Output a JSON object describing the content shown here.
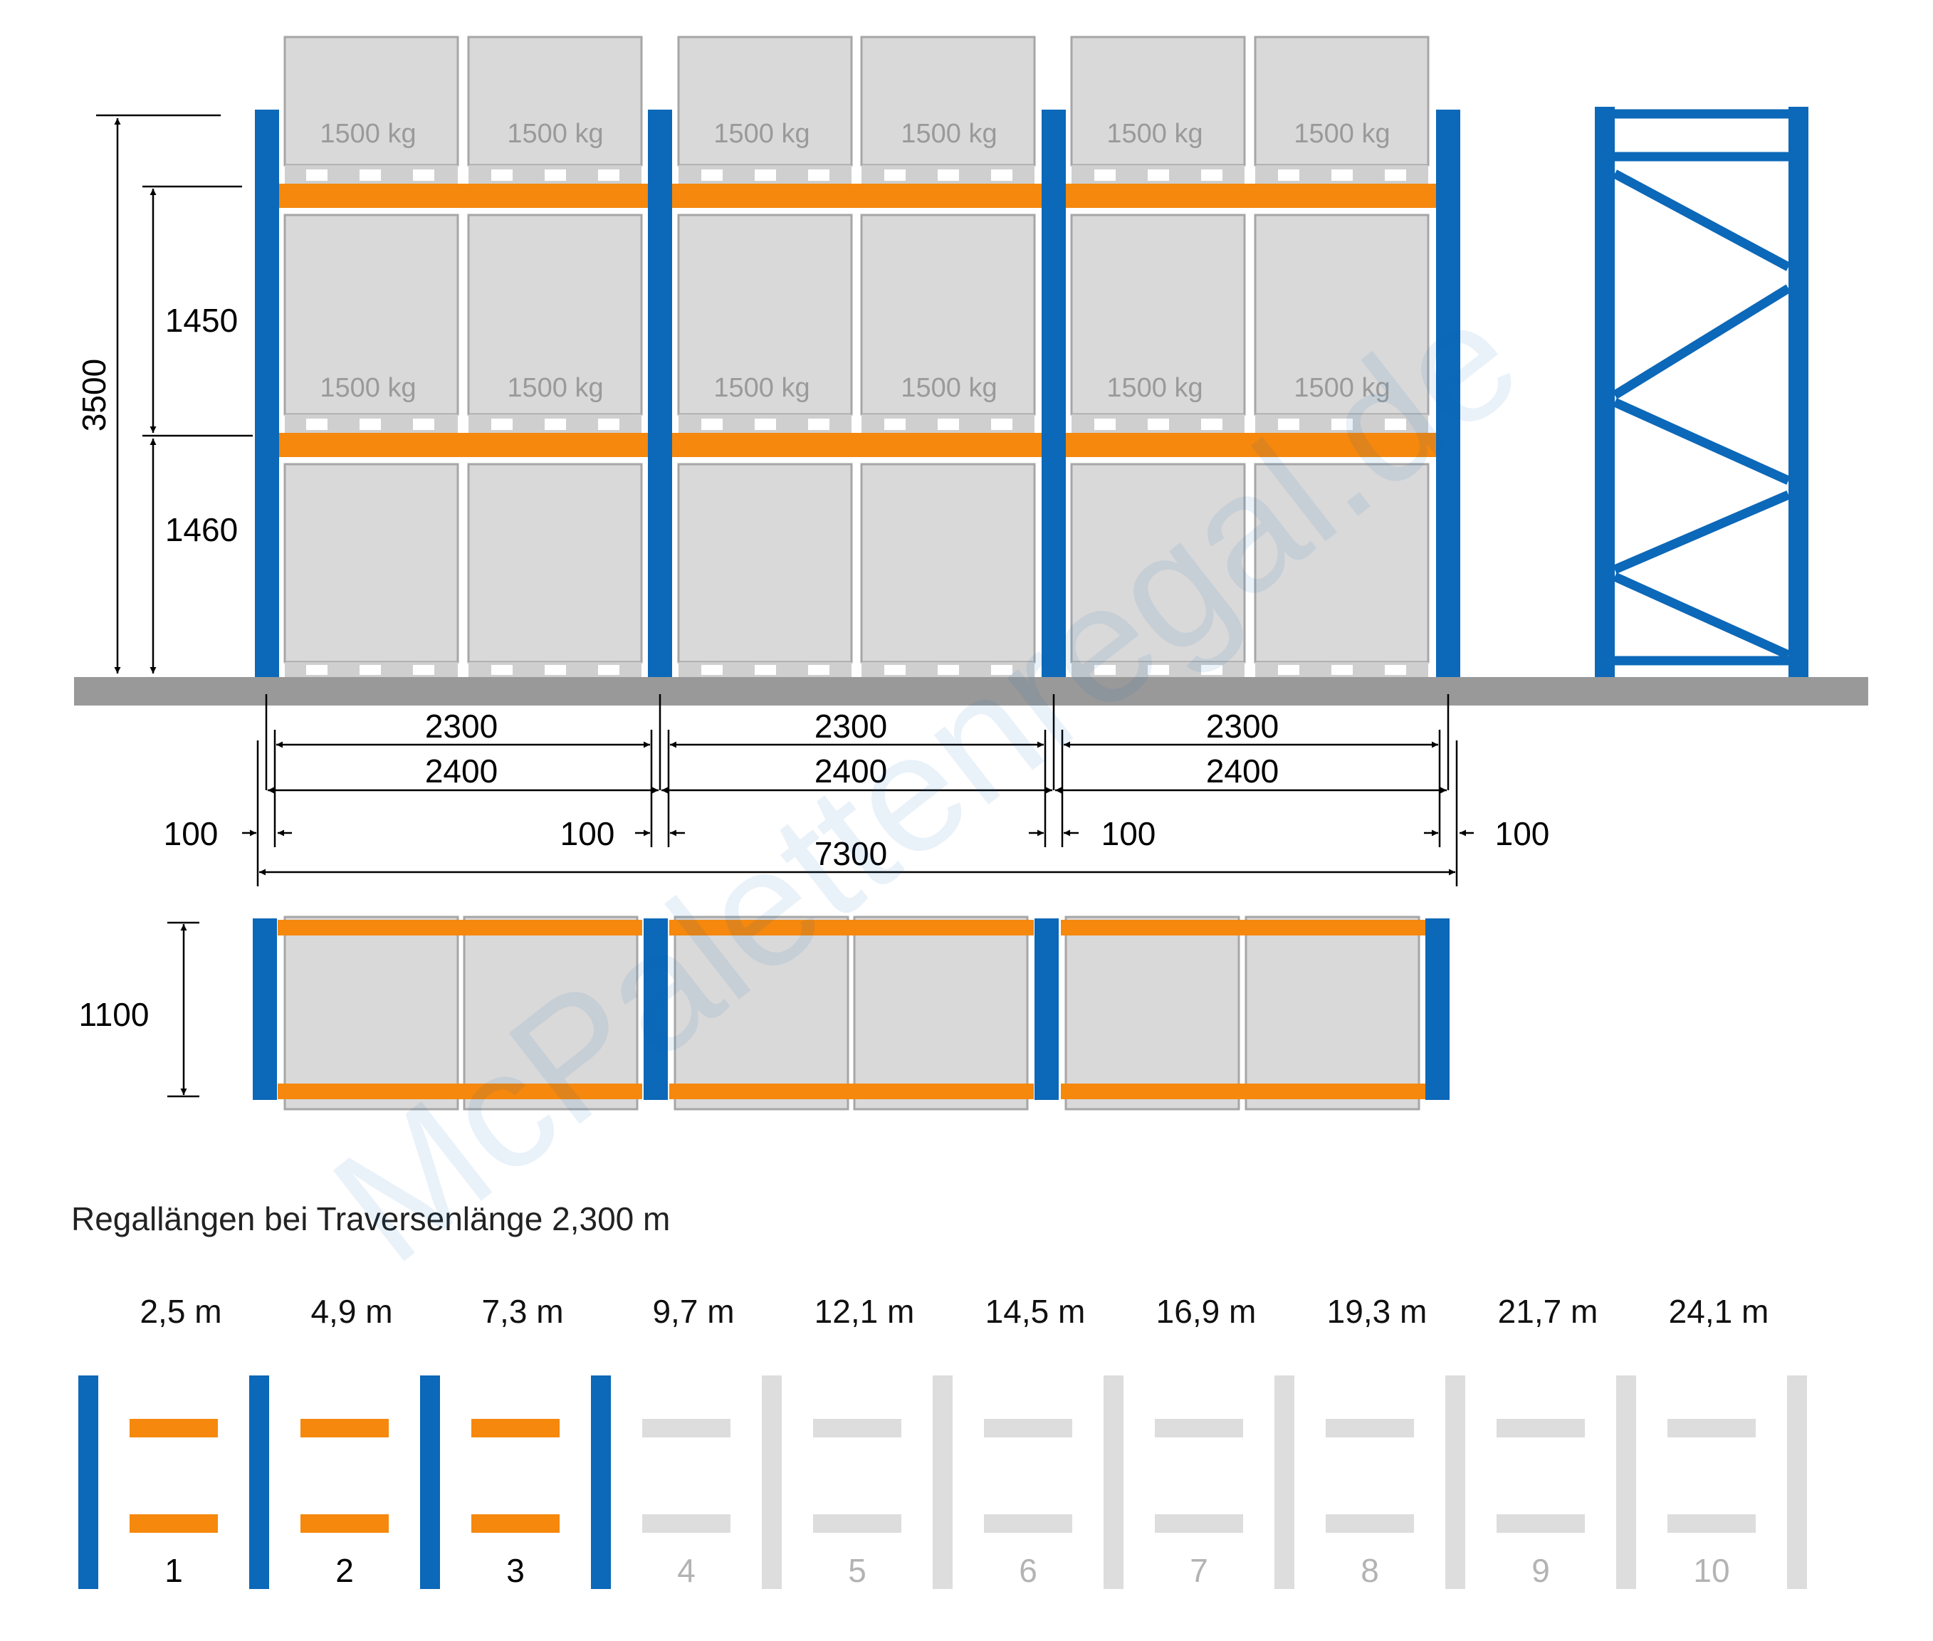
{
  "colors": {
    "upright": "#0c68b8",
    "beam": "#f5880d",
    "pallet_fill": "#d9d9d9",
    "pallet_stroke": "#a6a6a6",
    "floor": "#999999",
    "inactive": "#dddddd",
    "watermark": "#0c68b8"
  },
  "watermark": "McPalettenregal.de",
  "front_view": {
    "load_labels": [
      "1500 kg",
      "1500 kg",
      "1500 kg",
      "1500 kg",
      "1500 kg",
      "1500 kg"
    ],
    "load_labels_level2": [
      "1500 kg",
      "1500 kg",
      "1500 kg",
      "1500 kg",
      "1500 kg",
      "1500 kg"
    ],
    "dim_total_height": "3500",
    "dim_upper_level": "1450",
    "dim_lower_level": "1460",
    "dim_beam_lengths": [
      "2300",
      "2300",
      "2300"
    ],
    "dim_bay_widths": [
      "2400",
      "2400",
      "2400"
    ],
    "dim_gaps": [
      "100",
      "100",
      "100",
      "100"
    ],
    "dim_total_length": "7300"
  },
  "top_view": {
    "dim_depth": "1100"
  },
  "length_table": {
    "heading": "Regallängen bei Traversenlänge 2,300 m",
    "active_count": 3,
    "lengths": [
      "2,5 m",
      "4,9 m",
      "7,3 m",
      "9,7 m",
      "12,1 m",
      "14,5 m",
      "16,9 m",
      "19,3 m",
      "21,7 m",
      "24,1 m"
    ],
    "bay_numbers": [
      "1",
      "2",
      "3",
      "4",
      "5",
      "6",
      "7",
      "8",
      "9",
      "10"
    ]
  }
}
